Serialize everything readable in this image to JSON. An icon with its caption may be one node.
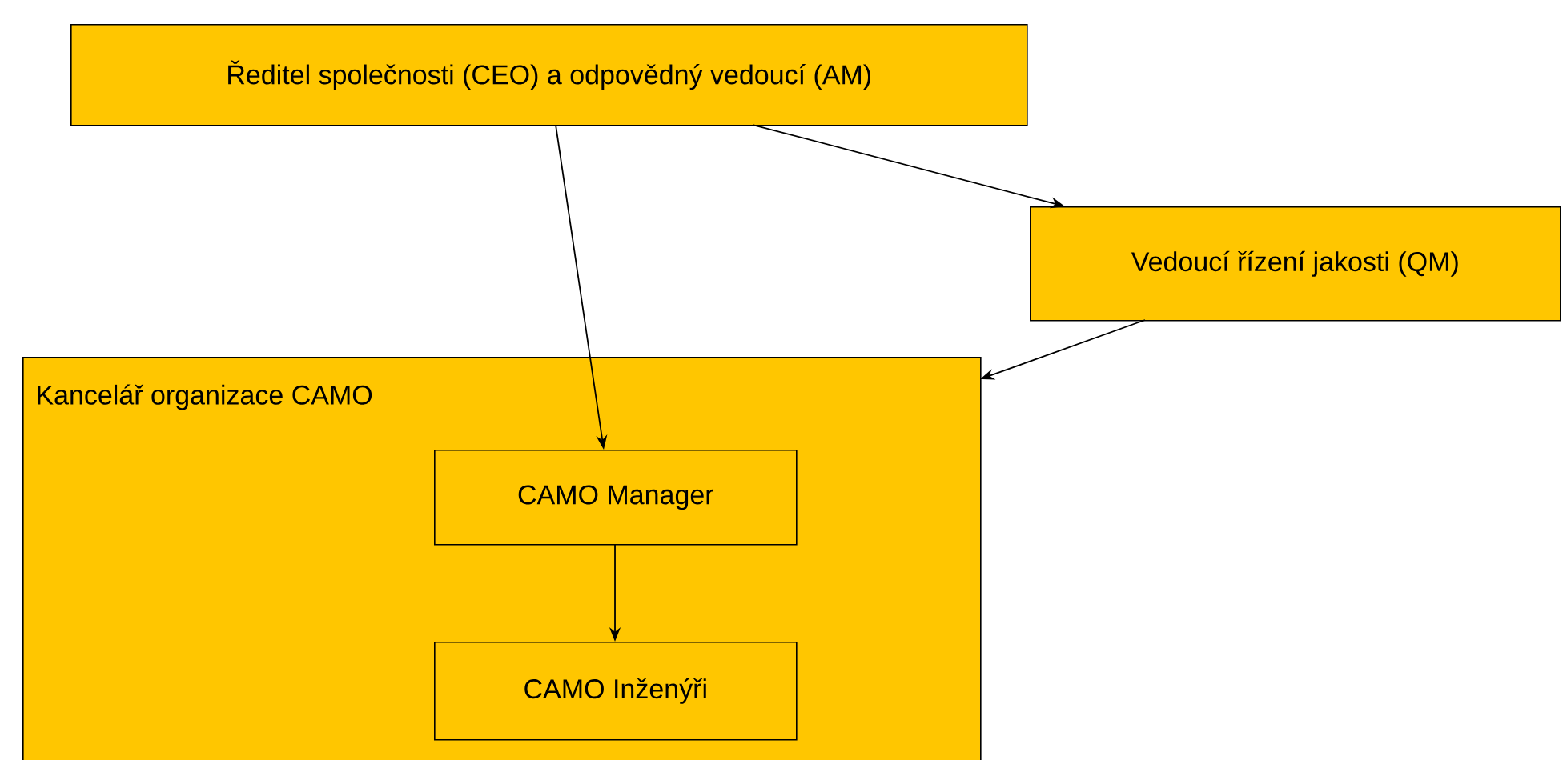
{
  "diagram": {
    "nodes": [
      {
        "text": [
          "Ředitel společnosti (CEO) a odpovědný vedoucí (AM)"
        ]
      },
      {
        "text": [
          "Vedoucí řízení jakosti (QM)"
        ]
      },
      {
        "text": [
          "Kancelář organizace CAMO"
        ]
      },
      {
        "text": [
          "CAMO Manager"
        ],
        "in": 2
      },
      {
        "text": [
          "CAMO Inženýři"
        ],
        "in": 2
      }
    ],
    "edges": [
      {
        "from": 0,
        "to": 3,
        "arrow": "to"
      },
      {
        "from": 0,
        "to": 1,
        "arrow": "to"
      },
      {
        "from": 1,
        "to": 2,
        "arrow": "to"
      },
      {
        "from": 3,
        "to": 4,
        "arrow": "to"
      }
    ]
  }
}
